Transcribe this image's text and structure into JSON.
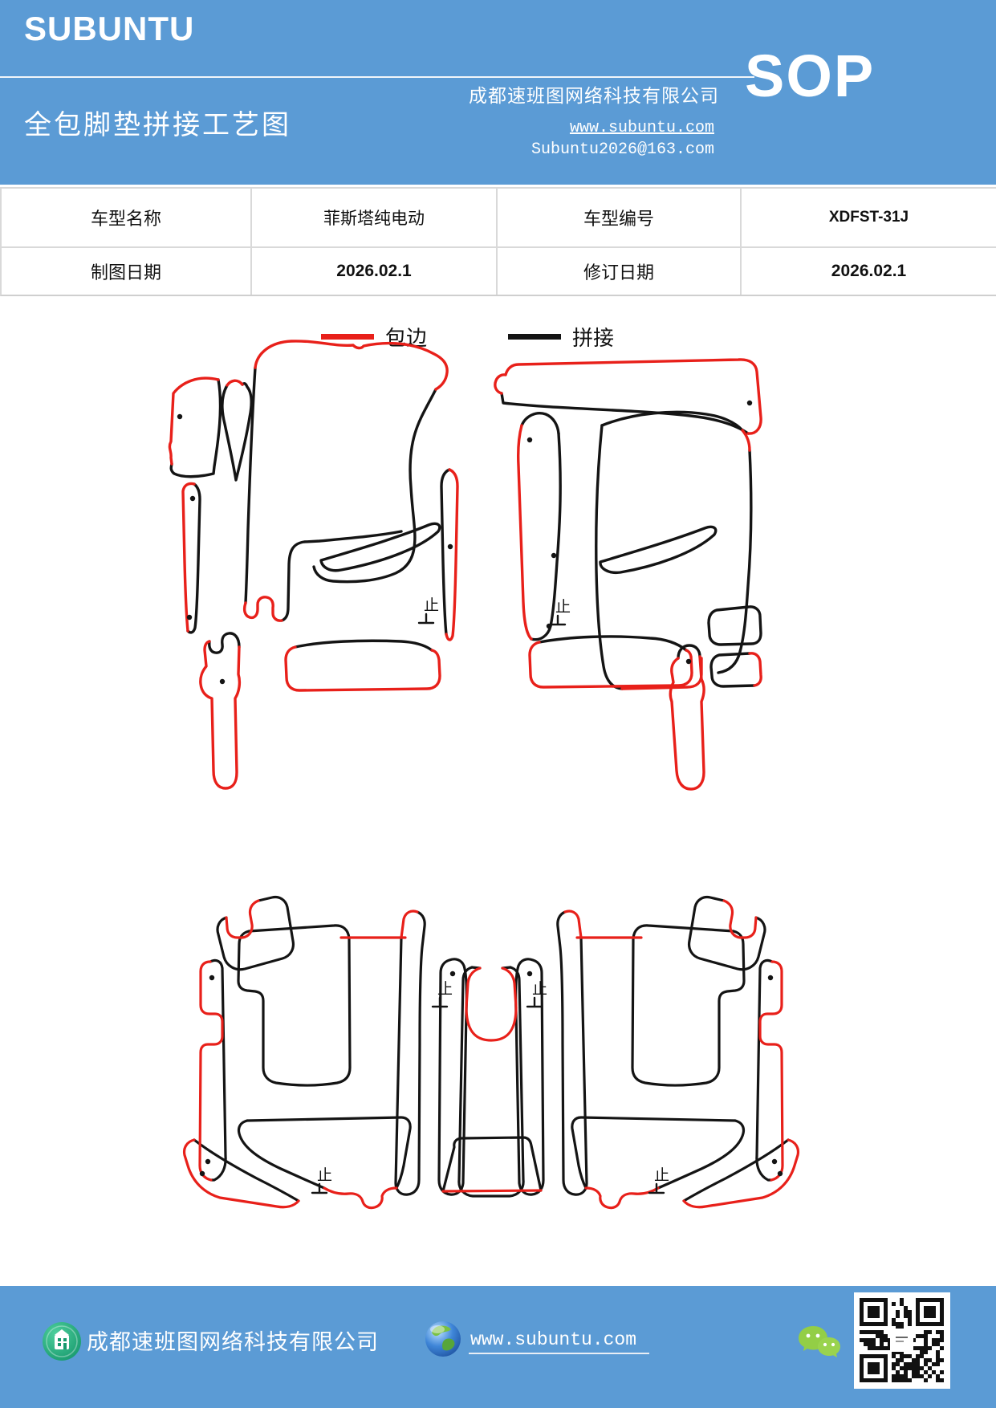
{
  "header": {
    "brand": "SUBUNTU",
    "doc_title": "全包脚垫拼接工艺图",
    "company": "成都速班图网络科技有限公司",
    "website": "www.subuntu.com",
    "email": "Subuntu2026@163.com",
    "sop_label": "SOP"
  },
  "info_table": {
    "cells": [
      [
        "车型名称",
        "菲斯塔纯电动",
        "车型编号",
        "XDFST-31J"
      ],
      [
        "制图日期",
        "2026.02.1",
        "修订日期",
        "2026.02.1"
      ]
    ]
  },
  "legend": {
    "items": [
      {
        "label": "包边",
        "color": "#e8201a"
      },
      {
        "label": "拼接",
        "color": "#141414"
      }
    ]
  },
  "drawing": {
    "orientation_mark": "止",
    "pieces": [
      "front-left-mat",
      "front-right-mat",
      "rear-mat-row"
    ]
  },
  "footer": {
    "company": "成都速班图网络科技有限公司",
    "website": "www.subuntu.com"
  },
  "colors": {
    "header_blue": "#5b9bd5",
    "edge_red": "#e8201a",
    "seam_black": "#141414",
    "table_border": "#d9d9d9",
    "badge_green": "#21ad7d",
    "wechat_green": "#8cc63e"
  }
}
